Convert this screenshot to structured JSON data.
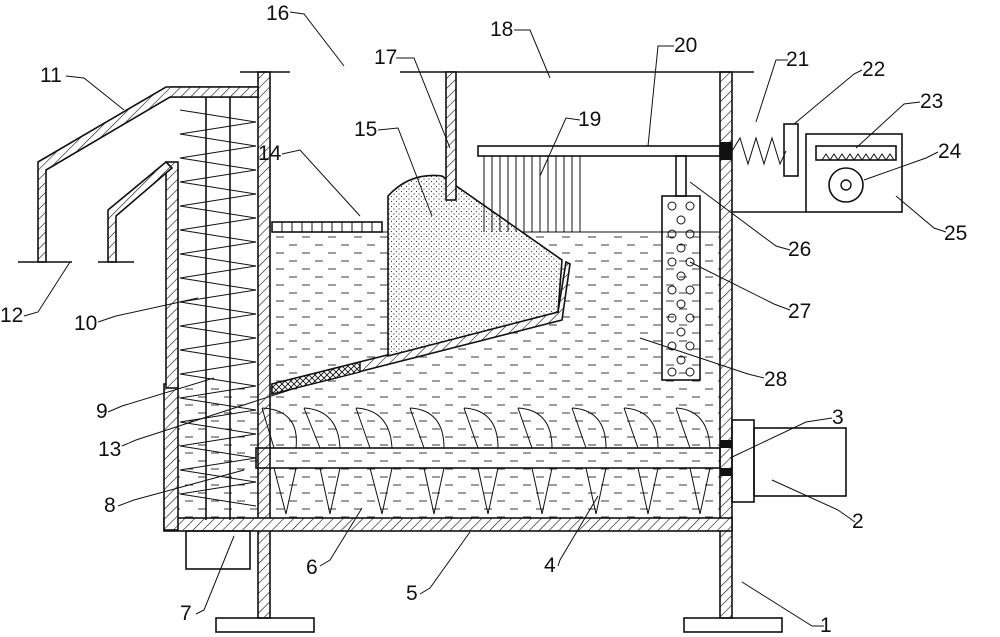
{
  "figure": {
    "labels": [
      {
        "id": "1",
        "text": "1"
      },
      {
        "id": "2",
        "text": "2"
      },
      {
        "id": "3",
        "text": "3"
      },
      {
        "id": "4",
        "text": "4"
      },
      {
        "id": "5",
        "text": "5"
      },
      {
        "id": "6",
        "text": "6"
      },
      {
        "id": "7",
        "text": "7"
      },
      {
        "id": "8",
        "text": "8"
      },
      {
        "id": "9",
        "text": "9"
      },
      {
        "id": "10",
        "text": "10"
      },
      {
        "id": "11",
        "text": "11"
      },
      {
        "id": "12",
        "text": "12"
      },
      {
        "id": "13",
        "text": "13"
      },
      {
        "id": "14",
        "text": "14"
      },
      {
        "id": "15",
        "text": "15"
      },
      {
        "id": "16",
        "text": "16"
      },
      {
        "id": "17",
        "text": "17"
      },
      {
        "id": "18",
        "text": "18"
      },
      {
        "id": "19",
        "text": "19"
      },
      {
        "id": "20",
        "text": "20"
      },
      {
        "id": "21",
        "text": "21"
      },
      {
        "id": "22",
        "text": "22"
      },
      {
        "id": "23",
        "text": "23"
      },
      {
        "id": "24",
        "text": "24"
      },
      {
        "id": "25",
        "text": "25"
      },
      {
        "id": "26",
        "text": "26"
      },
      {
        "id": "27",
        "text": "27"
      },
      {
        "id": "28",
        "text": "28"
      }
    ]
  }
}
